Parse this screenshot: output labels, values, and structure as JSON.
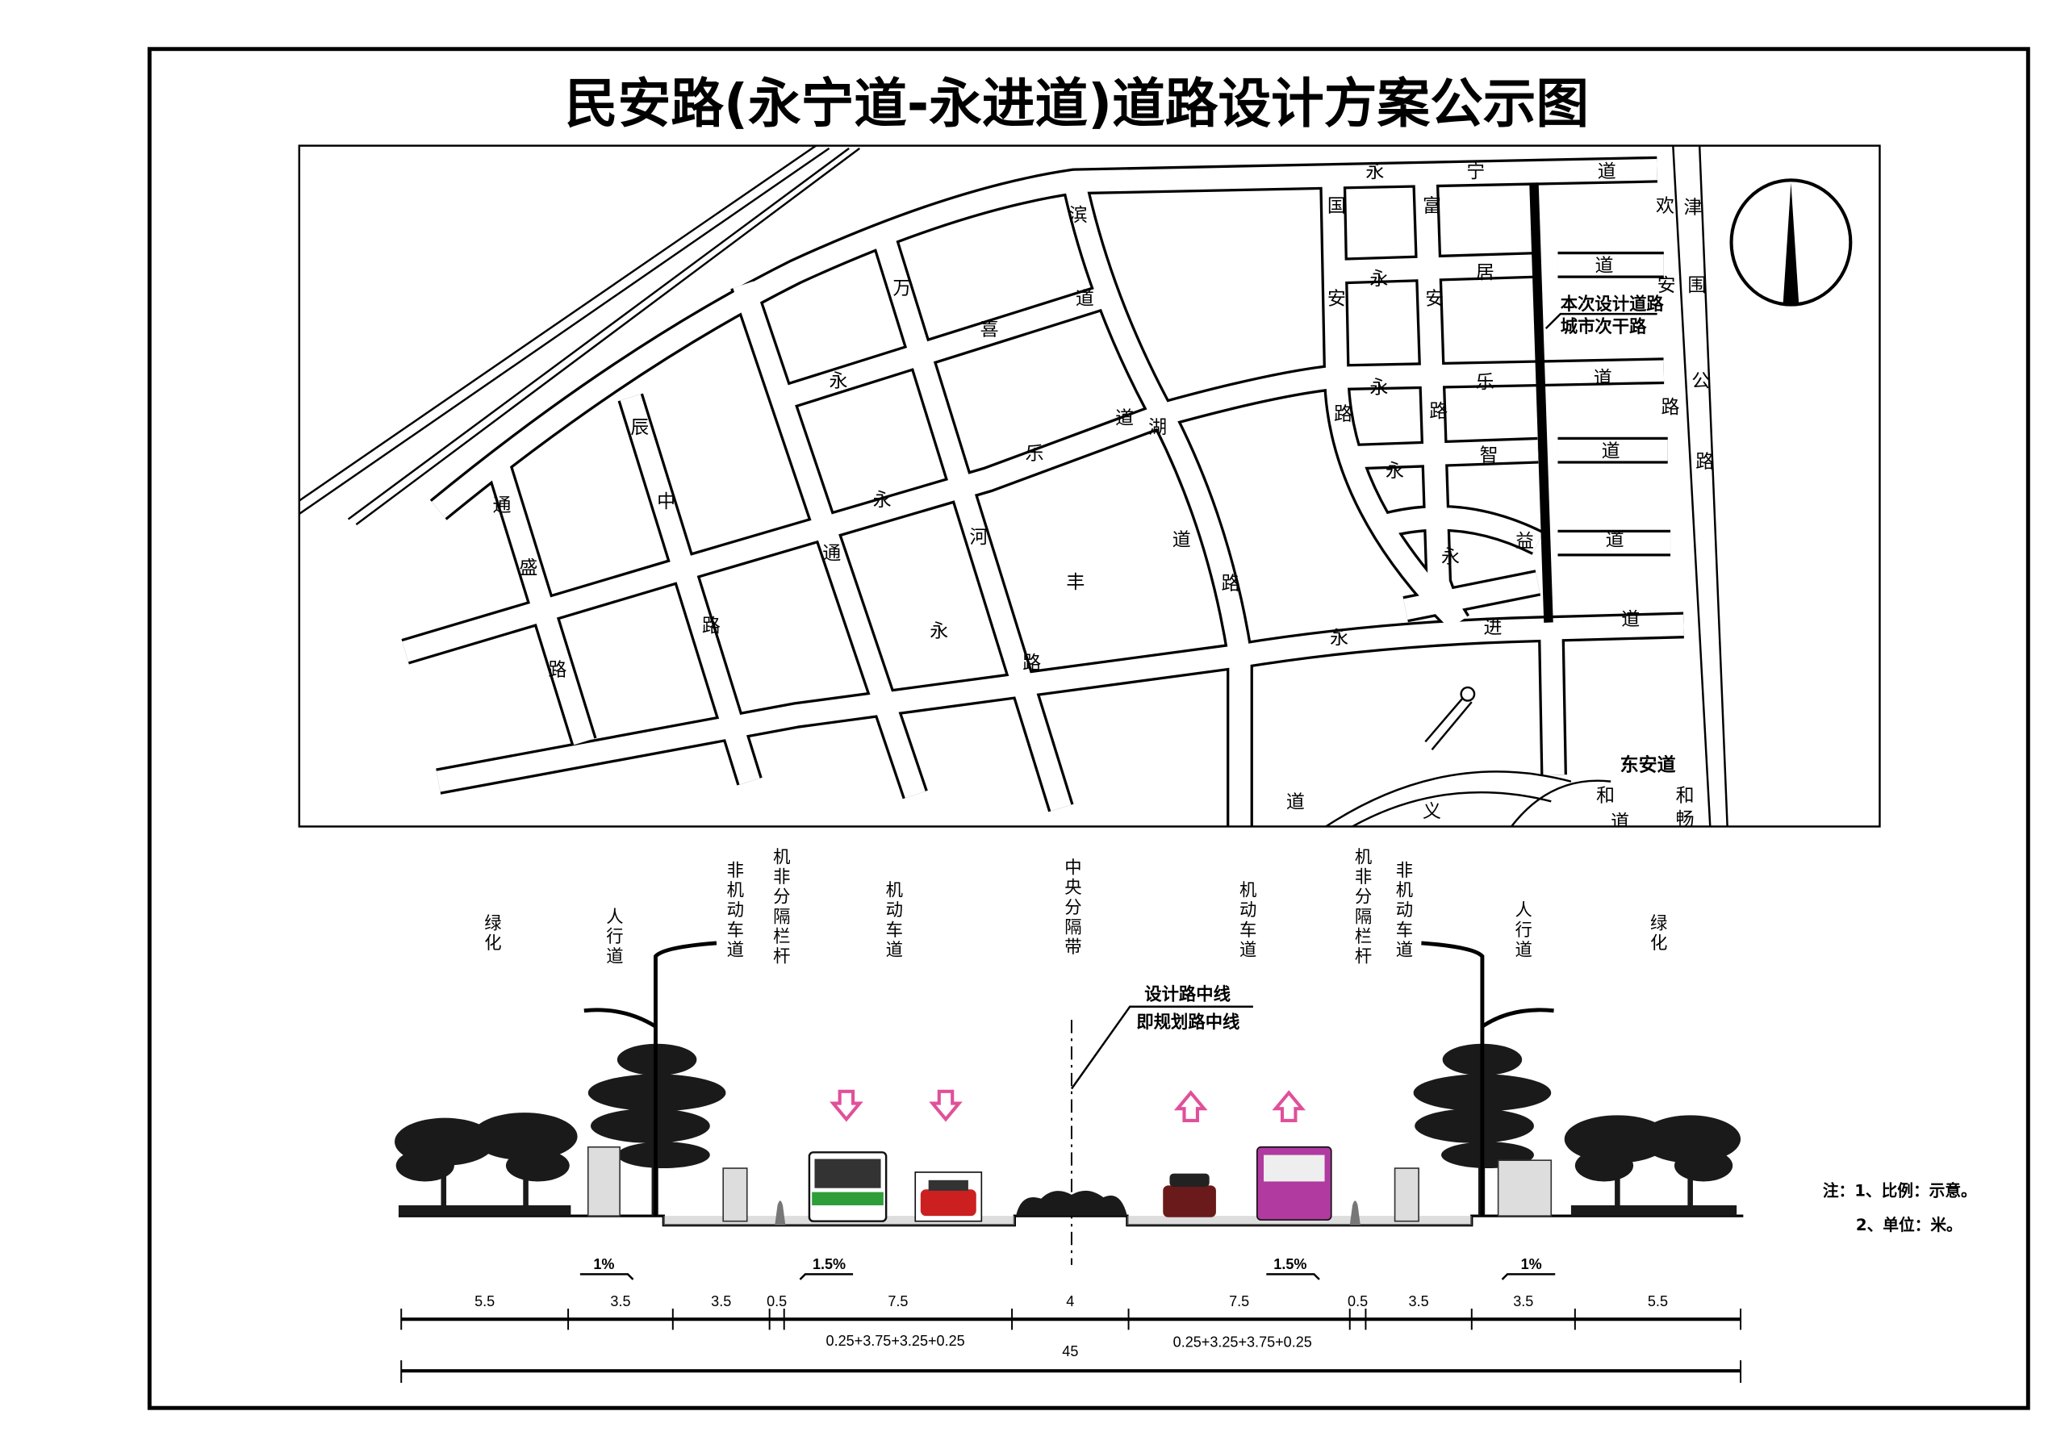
{
  "title": "民安路(永宁道-永进道)道路设计方案公示图",
  "map": {
    "labels": [
      "永",
      "宁",
      "道",
      "国",
      "富",
      "欢",
      "津",
      "滨",
      "万",
      "道",
      "道",
      "安",
      "永",
      "安",
      "居",
      "安",
      "围",
      "喜",
      "永",
      "永",
      "乐",
      "道",
      "公",
      "辰",
      "道",
      "湖",
      "路",
      "路",
      "路",
      "乐",
      "智",
      "道",
      "路",
      "中",
      "通",
      "永",
      "永",
      "盛",
      "通",
      "河",
      "道",
      "永",
      "益",
      "道",
      "丰",
      "路",
      "路",
      "永",
      "永",
      "进",
      "道",
      "路",
      "路",
      "道",
      "义",
      "东安道",
      "和",
      "道",
      "和",
      "畅"
    ],
    "callout_line1": "本次设计道路",
    "callout_line2": "城市次干路",
    "compass": "north-arrow-icon"
  },
  "section": {
    "zones": [
      "绿化",
      "人行道",
      "非机动车道",
      "机非分隔栏杆",
      "机动车道",
      "中央分隔带",
      "机动车道",
      "机非分隔栏杆",
      "非机动车道",
      "人行道",
      "绿化"
    ],
    "centerline_line1": "设计路中线",
    "centerline_line2": "即规划路中线",
    "slopes": [
      "1%",
      "1.5%",
      "1.5%",
      "1%"
    ],
    "widths": [
      "5.5",
      "3.5",
      "3.5",
      "0.5",
      "7.5",
      "4",
      "7.5",
      "0.5",
      "3.5",
      "3.5",
      "5.5"
    ],
    "lane_breakdown_left": "0.25+3.75+3.25+0.25",
    "lane_breakdown_right": "0.25+3.25+3.75+0.25",
    "total_width": "45",
    "arrow_color": "#e0509a",
    "bus_left_color": "#2e9e3a",
    "bus_right_color": "#b03aa0",
    "car_color": "#cc2020"
  },
  "notes": {
    "line1": "注：1、比例：示意。",
    "line2": "2、单位：米。"
  }
}
